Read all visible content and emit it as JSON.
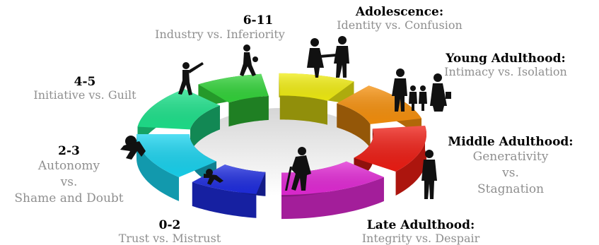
{
  "stages": [
    {
      "id": "infancy",
      "age": "0-2",
      "conflict": "Trust vs. Mistrust",
      "color": "#1f2de0"
    },
    {
      "id": "early-childhood",
      "age": "2-3",
      "conflict_lines": [
        "Autonomy",
        "vs.",
        "Shame and Doubt"
      ],
      "color": "#19d4f0"
    },
    {
      "id": "preschool",
      "age": "4-5",
      "conflict": "Initiative vs. Guilt",
      "color": "#1ee38c"
    },
    {
      "id": "school-age",
      "age": "6-11",
      "conflict": "Industry vs. Inferiority",
      "color": "#33d43a"
    },
    {
      "id": "adolescence",
      "age": "Adolescence:",
      "conflict": "Identity vs. Confusion",
      "color": "#f2ee12"
    },
    {
      "id": "young-adulthood",
      "age": "Young Adulthood:",
      "conflict": "Intimacy vs. Isolation",
      "color": "#f7910d"
    },
    {
      "id": "middle-adulthood",
      "age": "Middle Adulthood:",
      "conflict_lines": [
        "Generativity",
        "vs.",
        "Stagnation"
      ],
      "color": "#ef1d14"
    },
    {
      "id": "late-adulthood",
      "age": "Late Adulthood:",
      "conflict": "Integrity vs. Despair",
      "color": "#e32ad6"
    }
  ]
}
